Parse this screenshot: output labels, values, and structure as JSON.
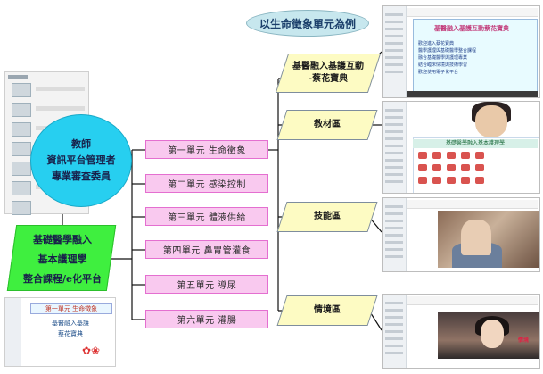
{
  "header": {
    "oval_text": "以生命徵象單元為例"
  },
  "hub": {
    "line1": "教師",
    "line2": "資訊平台管理者",
    "line3": "專業審查委員"
  },
  "platform": {
    "line1": "基礎醫學融入",
    "line2": "基本護理學",
    "line3": "整合課程/e化平台"
  },
  "units": [
    "第一單元 生命徵象",
    "第二單元 感染控制",
    "第三單元 體液供給",
    "第四單元 鼻胃管灌食",
    "第五單元 導尿",
    "第六單元 灌腸"
  ],
  "resources": {
    "interaction_line1": "基醫融入基護互動",
    "interaction_line2": "-蔡花寶典",
    "materials": "教材區",
    "skills": "技能區",
    "scenarios": "情境區"
  },
  "screenshots": {
    "top_title": "基醫融入基護互動蔡花寶典",
    "top_body": [
      "歡迎進入蔡花寶典",
      "醫學護理與基礎醫學整合課程",
      "融合基礎醫學與護理專業",
      "結合臨床情境與技術學習",
      "歡迎使用電子化平台"
    ],
    "materials_strip": "基礎醫學融入基本護理學",
    "bottom_left_banner": "第一單元 生命徵象",
    "bottom_left_sub1": "基醫融入基護",
    "bottom_left_sub2": "蔡花寶典",
    "scenario_logo": "情境"
  },
  "colors": {
    "oval": "#c7e7ee",
    "hub": "#27cff0",
    "platform": "#3fef3f",
    "unit_fill": "#f9c9ef",
    "unit_border": "#e46fd0",
    "resource_fill": "#fdfbc3"
  }
}
